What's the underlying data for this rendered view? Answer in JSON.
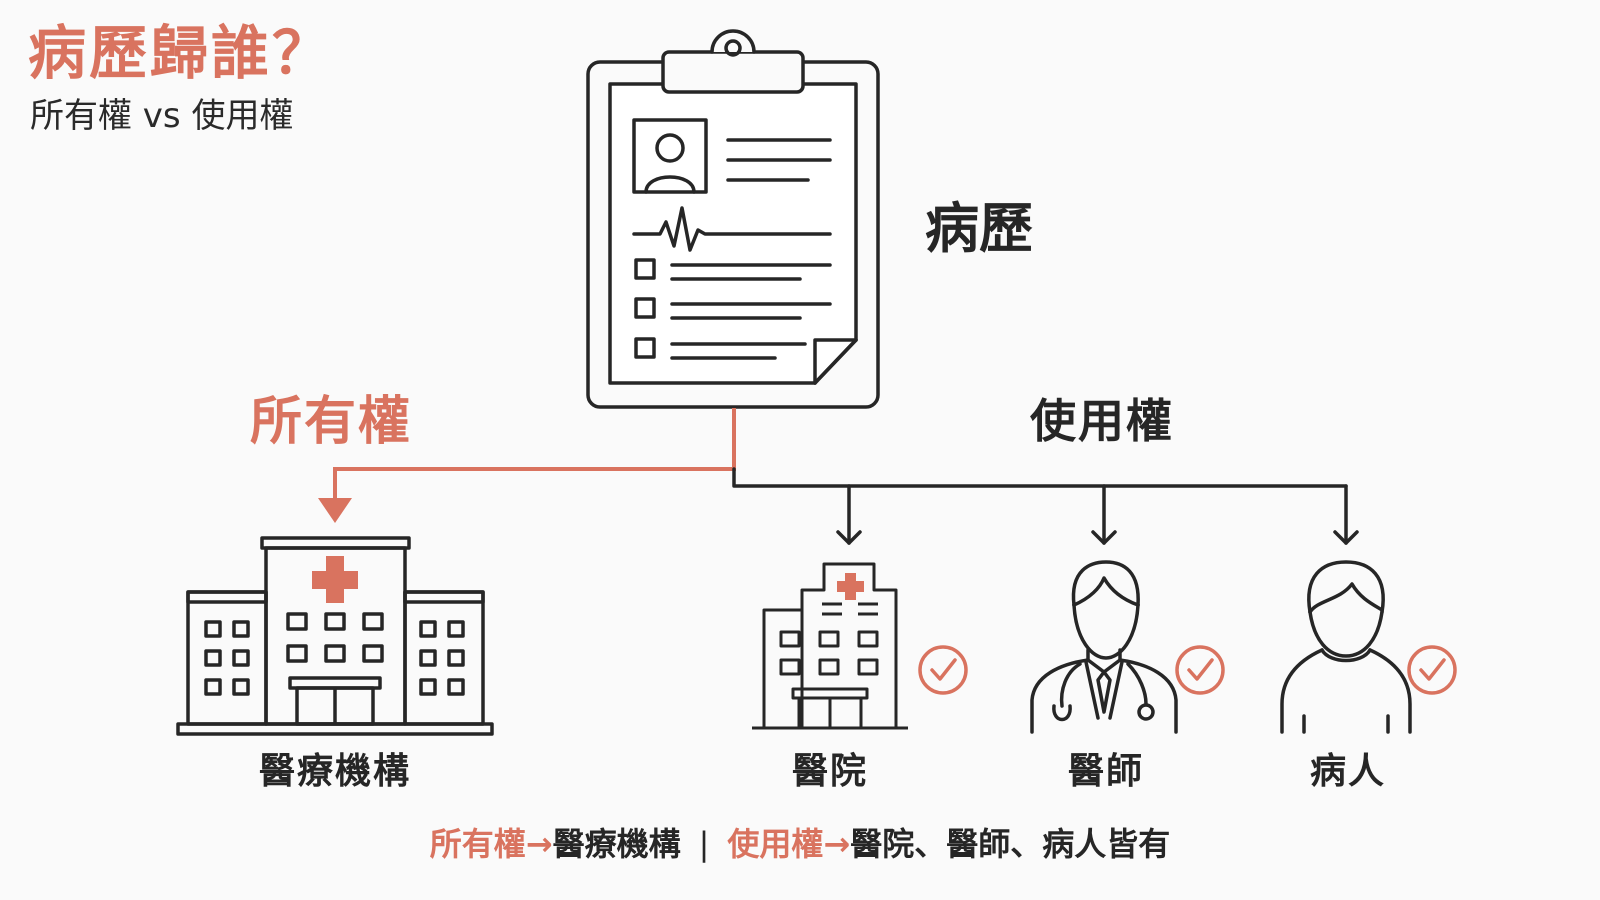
{
  "header": {
    "title": "病歷歸誰？",
    "subtitle": "所有權 vs 使用權"
  },
  "document": {
    "label": "病歷",
    "icon": "clipboard-medical-record-icon"
  },
  "ownership": {
    "label": "所有權",
    "recipient": "醫療機構",
    "icon": "hospital-complex-icon"
  },
  "usage": {
    "label": "使用權",
    "recipients": [
      {
        "label": "醫院",
        "icon": "hospital-building-icon"
      },
      {
        "label": "醫師",
        "icon": "doctor-icon"
      },
      {
        "label": "病人",
        "icon": "patient-icon"
      }
    ]
  },
  "footer": {
    "own_term": "所有權",
    "own_arrow": "→",
    "own_target": "醫療機構",
    "separator": "|",
    "use_term": "使用權",
    "use_arrow": "→",
    "use_target": "醫院、醫師、病人皆有"
  },
  "colors": {
    "accent": "#d9735f",
    "ink": "#262626",
    "background": "#fafafa"
  }
}
